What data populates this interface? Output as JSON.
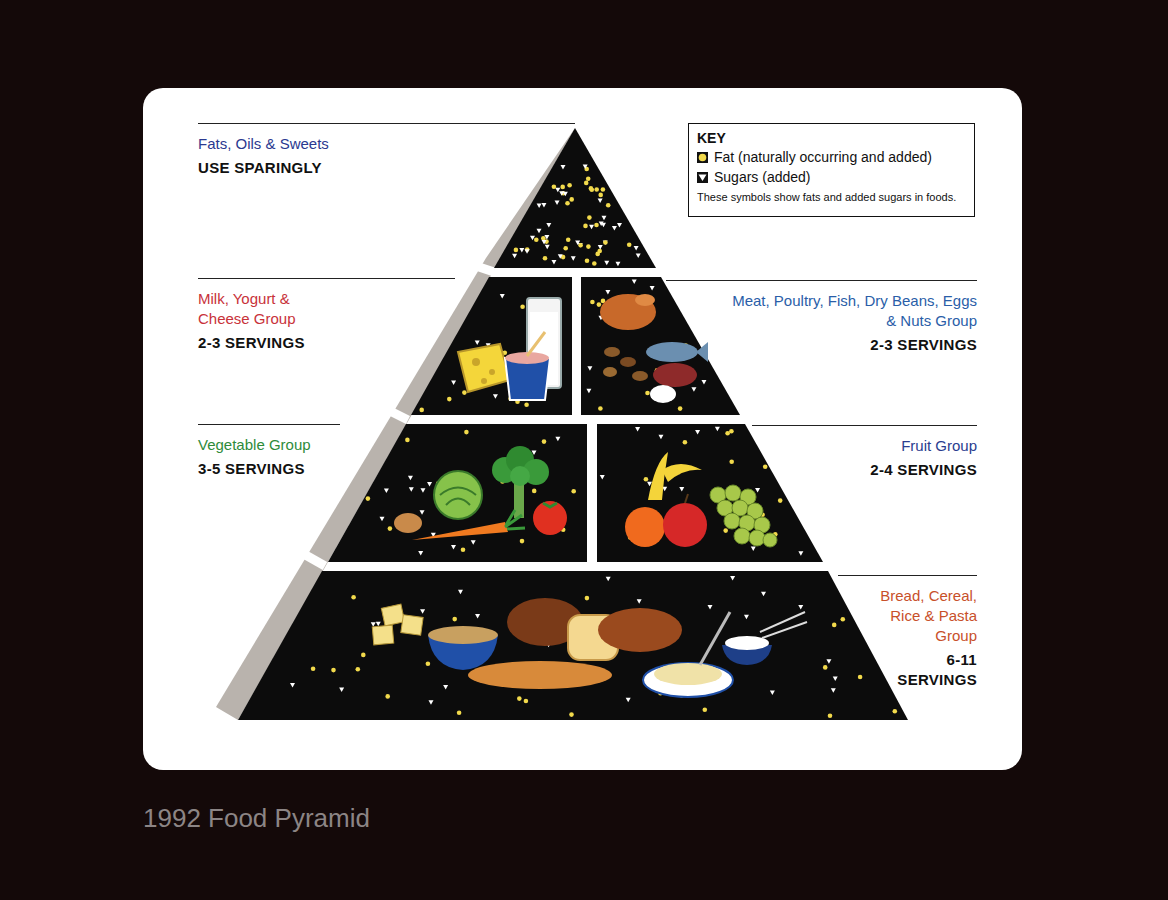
{
  "diagram": {
    "caption": "1992 Food Pyramid",
    "nodes": [
      {
        "text": [
          "Fats, Oils & Sweets",
          "USE SPARINGLY"
        ]
      },
      {
        "text": [
          "Milk, Yogurt & Cheese Group",
          "2-3 SERVINGS"
        ]
      },
      {
        "text": [
          "Meat, Poultry, Fish, Dry Beans, Eggs & Nuts Group",
          "2-3 SERVINGS"
        ]
      },
      {
        "text": [
          "Vegetable Group",
          "3-5 SERVINGS"
        ]
      },
      {
        "text": [
          "Fruit Group",
          "2-4 SERVINGS"
        ]
      },
      {
        "text": [
          "Bread, Cereal, Rice & Pasta Group",
          "6-11 SERVINGS"
        ]
      }
    ],
    "labels": [
      "KEY",
      "These symbols show fats and added sugars in foods."
    ],
    "legend": [
      {
        "text": "Fat (naturally occurring and added)",
        "color": "#f2da4c"
      },
      {
        "text": "Sugars (added)"
      }
    ]
  }
}
